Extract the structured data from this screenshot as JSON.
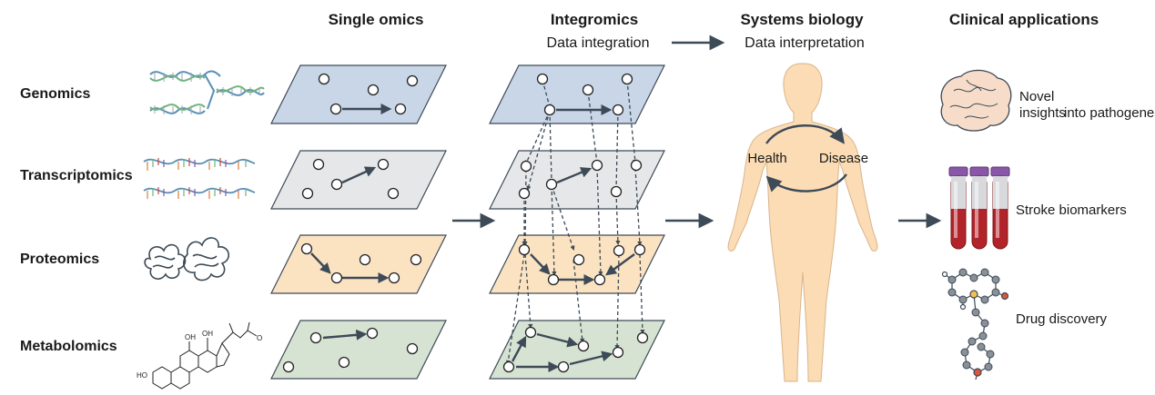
{
  "columns": {
    "single_omics": "Single omics",
    "integromics": "Integromics",
    "systems_biology": "Systems biology",
    "clinical_applications": "Clinical applications"
  },
  "subheaders": {
    "data_integration": "Data integration",
    "data_interpretation": "Data interpretation"
  },
  "rows": [
    "Genomics",
    "Transcriptomics",
    "Proteomics",
    "Metabolomics"
  ],
  "body_labels": {
    "health": "Health",
    "disease": "Disease"
  },
  "applications": {
    "insights_line1": "Novel",
    "insights_line2": "insights",
    "insights_line3": "into pathogenesis",
    "biomarkers": "Stroke biomarkers",
    "drug_discovery": "Drug discovery"
  },
  "colors": {
    "genomics": "#c9d6e8",
    "transcriptomics": "#e6e7e8",
    "proteomics": "#fbe3c2",
    "metabolomics": "#d6e3d2",
    "arrow": "#3d4a57",
    "skin": "#fbdcb4",
    "brain": "#f6dcc9",
    "blood": "#b3232a",
    "cap": "#8a56a8"
  }
}
